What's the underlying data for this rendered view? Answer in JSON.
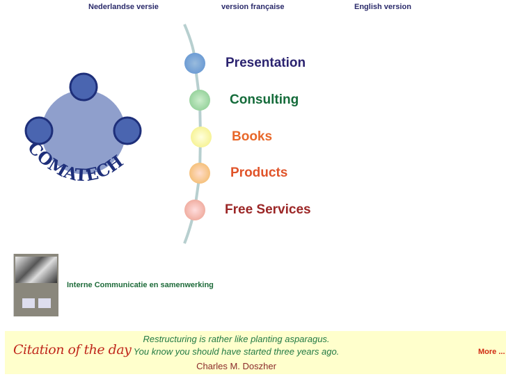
{
  "languages": [
    "Nederlandse versie",
    "version française",
    "English version"
  ],
  "logo": {
    "text": "COMATECH"
  },
  "nav": [
    {
      "label": "Presentation",
      "color": "#2b2370"
    },
    {
      "label": "Consulting",
      "color": "#146b3a"
    },
    {
      "label": "Books",
      "color": "#e8682a"
    },
    {
      "label": "Products",
      "color": "#e0542a"
    },
    {
      "label": "Free Services",
      "color": "#9b2626"
    }
  ],
  "book": {
    "title": "Interne Communicatie en samenwerking"
  },
  "citation": {
    "heading": "Citation of the day",
    "line1": "Restructuring is rather like planting asparagus.",
    "line2": "You know you should have started three years ago.",
    "author": "Charles M. Doszher",
    "more": "More ..."
  }
}
